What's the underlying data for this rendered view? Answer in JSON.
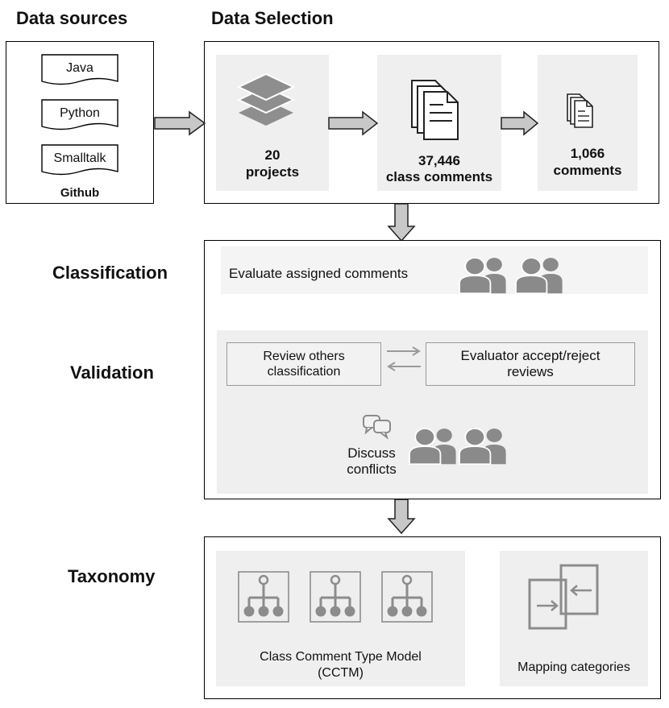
{
  "headers": {
    "sources": "Data sources",
    "selection": "Data Selection"
  },
  "sources": {
    "langs": [
      "Java",
      "Python",
      "Smalltalk"
    ],
    "platform": "Github"
  },
  "selection": {
    "projects": {
      "count": "20",
      "label": "projects"
    },
    "class_comments": {
      "count": "37,446",
      "label": "class comments"
    },
    "comments": {
      "count": "1,066",
      "label": "comments"
    }
  },
  "stages": {
    "classification": "Classification",
    "validation": "Validation",
    "taxonomy": "Taxonomy"
  },
  "classification": {
    "task": "Evaluate assigned comments"
  },
  "validation": {
    "review_line1": "Review others",
    "review_line2": "classification",
    "accept_line1": "Evaluator accept/reject",
    "accept_line2": "reviews",
    "discuss_line1": "Discuss",
    "discuss_line2": "conflicts"
  },
  "taxonomy": {
    "model_line1": "Class Comment Type Model",
    "model_line2": "(CCTM)",
    "mapping": "Mapping categories"
  }
}
